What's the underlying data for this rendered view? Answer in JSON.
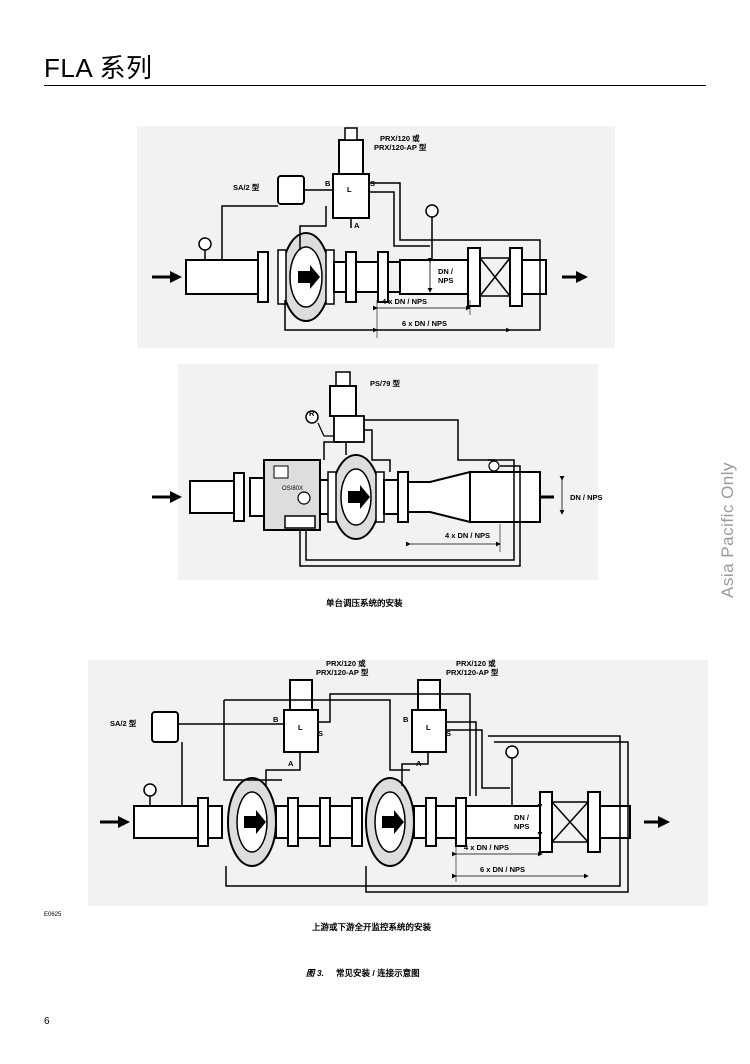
{
  "header": {
    "title": "FLA 系列"
  },
  "side_label": "Asia Pacific Only",
  "page_number": "6",
  "diagram1": {
    "regulator_label": [
      "PRX/120 或",
      "PRX/120-AP 型"
    ],
    "pilot_label": "SA/2 型",
    "port_b": "B",
    "port_l": "L",
    "port_s": "S",
    "port_a": "A",
    "dn_label": [
      "DN /",
      "NPS"
    ],
    "dim_4dn": "4 x DN / NPS",
    "dim_6dn": "6 x DN / NPS"
  },
  "diagram2": {
    "regulator_label": "PS/79 型",
    "port_r": "R",
    "slam_shut_label": "OS/80X",
    "dn_label": "DN / NPS",
    "dim_4dn": "4 x DN / NPS",
    "caption": "单台调压系统的安装"
  },
  "diagram3": {
    "regulator1_label": [
      "PRX/120 或",
      "PRX/120-AP 型"
    ],
    "regulator2_label": [
      "PRX/120 或",
      "PRX/120-AP 型"
    ],
    "pilot_label": "SA/2 型",
    "port_b": "B",
    "port_l": "L",
    "port_s": "S",
    "port_a": "A",
    "dn_label": [
      "DN /",
      "NPS"
    ],
    "dim_4dn": "4 x DN / NPS",
    "dim_6dn": "6 x DN / NPS",
    "caption": "上游或下游全开监控系统的安装"
  },
  "drawing_code": "E0625",
  "figure_caption": {
    "number": "图 3.",
    "text": "常见安装 / 连接示意图"
  }
}
